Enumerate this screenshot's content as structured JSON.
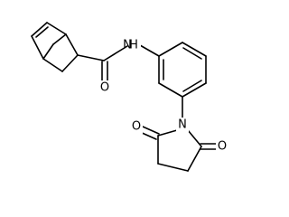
{
  "molecule": {
    "atoms": {
      "amide_n": "N",
      "amide_o": "O",
      "imide_n": "N",
      "imide_o_top": "O",
      "imide_o_right": "O"
    },
    "colors": {
      "bond": "#000000",
      "label": "#000000",
      "background": "#ffffff"
    }
  }
}
